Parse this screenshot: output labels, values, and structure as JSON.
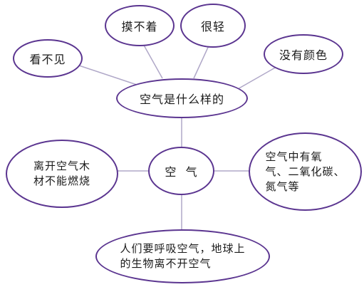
{
  "diagram": {
    "center": "空  气",
    "question": "空气是什么样的",
    "properties": [
      "看不见",
      "摸不着",
      "很轻",
      "没有颜色"
    ],
    "left": [
      "离开空气木",
      "材不能燃烧"
    ],
    "right": [
      "空气中有氧",
      "气、二氧化碳、",
      "氮气等"
    ],
    "bottom": [
      "人们要呼吸空气，地球上",
      "的生物离不开空气"
    ]
  },
  "colors": {
    "border": "#5b3590",
    "connector": "#b0a8c8"
  }
}
